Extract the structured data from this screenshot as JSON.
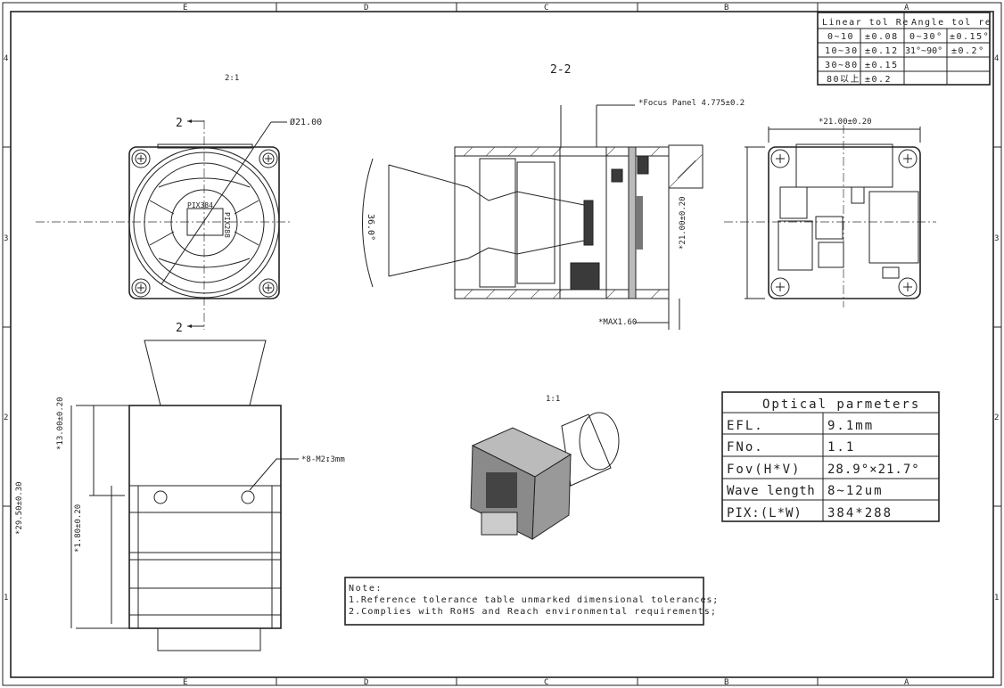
{
  "frame": {
    "zone_letters": [
      "E",
      "D",
      "C",
      "B",
      "A"
    ],
    "zone_numbers": [
      "4",
      "3",
      "2",
      "1"
    ]
  },
  "tolerance_table": {
    "headers": [
      "Linear tol Re",
      "Angle tol re"
    ],
    "rows": [
      [
        "0~10",
        "±0.08",
        "0~30°",
        "±0.15°"
      ],
      [
        "10~30",
        "±0.12",
        "31°~90°",
        "±0.2°"
      ],
      [
        "30~80",
        "±0.15",
        "",
        ""
      ],
      [
        "80以上",
        "±0.2",
        "",
        ""
      ]
    ]
  },
  "front_view": {
    "scale": "2:1",
    "section_marker": "2",
    "diameter": "Ø21.00",
    "sensor_h": "PIX384",
    "sensor_v": "PIX288"
  },
  "section_view": {
    "title": "2-2",
    "focus_panel": "*Focus Panel 4.775±0.2",
    "fov_angle": "36.0°",
    "max_dim": "*MAX1.60"
  },
  "back_view": {
    "width_dim": "*21.00±0.20",
    "height_dim": "*21.00±0.20"
  },
  "side_view": {
    "dim_total": "*29.50±0.30",
    "dim_upper": "*13.00±0.20",
    "dim_offset": "*1.80±0.20",
    "thread_note": "*8-M2↧3mm"
  },
  "iso_view": {
    "scale": "1:1"
  },
  "optical_parameters": {
    "title": "Optical parmeters",
    "rows": [
      [
        "EFL.",
        "9.1mm"
      ],
      [
        "FNo.",
        "1.1"
      ],
      [
        "Fov(H*V)",
        "28.9°×21.7°"
      ],
      [
        "Wave length",
        "8~12um"
      ],
      [
        "PIX:(L*W)",
        "384*288"
      ]
    ]
  },
  "notes": {
    "title": "Note:",
    "items": [
      "1.Reference tolerance table unmarked dimensional tolerances;",
      "2.Complies with RoHS and Reach environmental requirements;"
    ]
  }
}
